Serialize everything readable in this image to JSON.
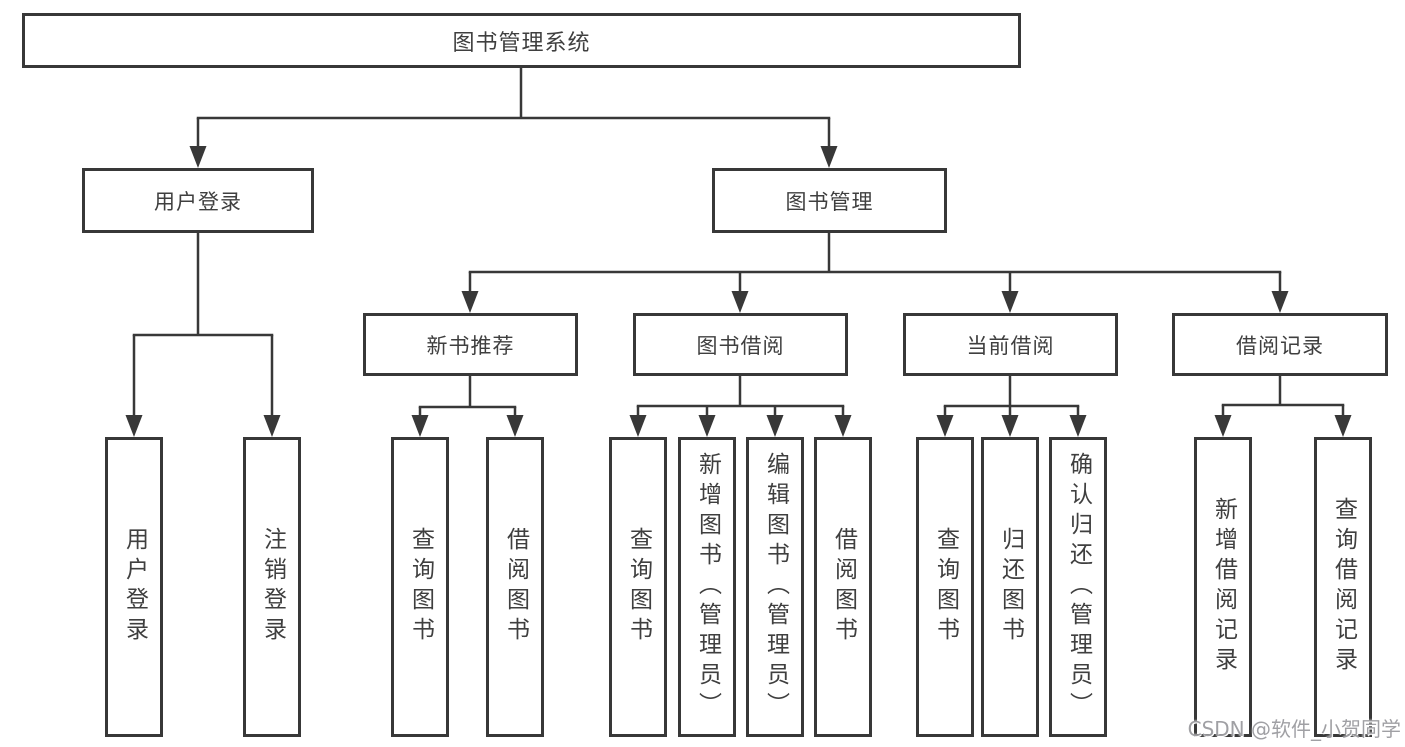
{
  "diagram_title": "图书管理系统",
  "tree": {
    "label": "图书管理系统",
    "children": [
      {
        "label": "用户登录",
        "children": [
          {
            "label": "用户登录"
          },
          {
            "label": "注销登录"
          }
        ]
      },
      {
        "label": "图书管理",
        "children": [
          {
            "label": "新书推荐",
            "children": [
              {
                "label": "查询图书"
              },
              {
                "label": "借阅图书"
              }
            ]
          },
          {
            "label": "图书借阅",
            "children": [
              {
                "label": "查询图书"
              },
              {
                "label": "新增图书（管理员）"
              },
              {
                "label": "编辑图书（管理员）"
              },
              {
                "label": "借阅图书"
              }
            ]
          },
          {
            "label": "当前借阅",
            "children": [
              {
                "label": "查询图书"
              },
              {
                "label": "归还图书"
              },
              {
                "label": "确认归还（管理员）"
              }
            ]
          },
          {
            "label": "借阅记录",
            "children": [
              {
                "label": "新增借阅记录"
              },
              {
                "label": "查询借阅记录"
              }
            ]
          }
        ]
      }
    ]
  },
  "watermark": {
    "text": "CSDN @软件_小贺同学"
  },
  "colors": {
    "line": "#383838",
    "box_border": "#383838",
    "box_background": "#ffffff",
    "text": "#3f3f3f",
    "watermark": "#98989c",
    "page_background": "#ffffff"
  }
}
